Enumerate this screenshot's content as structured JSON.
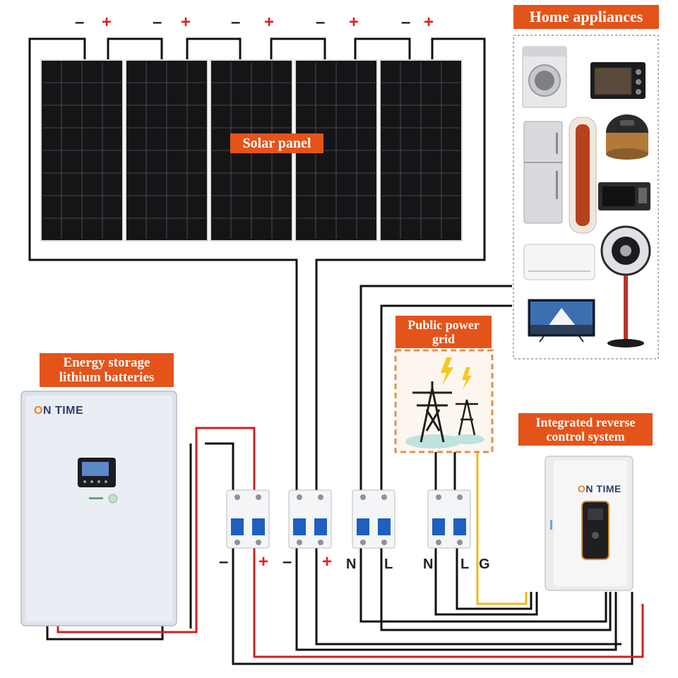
{
  "labels": {
    "solar_panel": "Solar panel",
    "home_appliances": "Home appliances",
    "public_power_grid": "Public power grid",
    "energy_storage": "Energy storage lithium batteries",
    "reverse_control": "Integrated reverse control system"
  },
  "brand": {
    "o": "O",
    "rest": "N TIME"
  },
  "panel_polarity": [
    {
      "minus": "–",
      "plus": "+"
    },
    {
      "minus": "–",
      "plus": "+"
    },
    {
      "minus": "–",
      "plus": "+"
    },
    {
      "minus": "–",
      "plus": "+"
    },
    {
      "minus": "–",
      "plus": "+"
    }
  ],
  "breaker_terminals": {
    "battery_minus": "–",
    "battery_plus": "+",
    "solar_minus": "–",
    "solar_plus": "+",
    "load_n": "N",
    "load_l": "L",
    "grid_n": "N",
    "grid_l": "L",
    "grid_g": "G"
  },
  "appliances": [
    "washing-machine",
    "oven",
    "refrigerator",
    "tower-air-conditioner",
    "rice-cooker",
    "microwave",
    "wall-air-conditioner",
    "standing-fan",
    "television"
  ],
  "colors": {
    "label_bg": "#e4541a",
    "wire_black": "#111111",
    "wire_red": "#d22020",
    "wire_yellow": "#f2b817",
    "panel": "#1d1d1f",
    "breaker_blue": "#1f5fbf",
    "grid_frame": "#e0924a"
  }
}
